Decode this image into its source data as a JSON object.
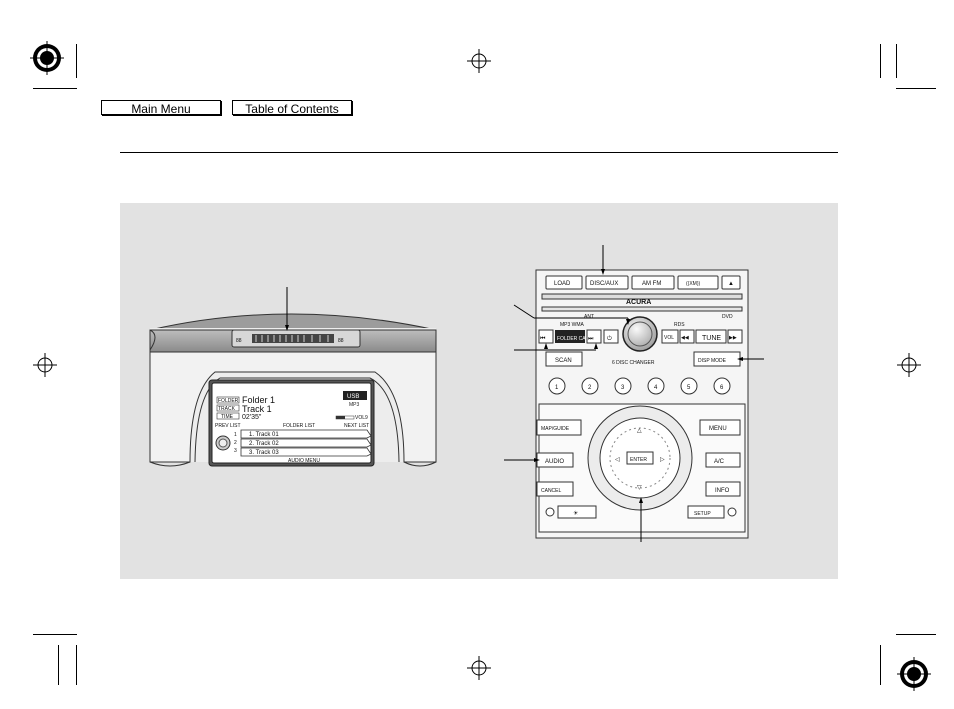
{
  "nav": {
    "main_menu": "Main Menu",
    "table_of_contents": "Table of Contents"
  },
  "upper_display": {
    "band_left": "88",
    "band_right": "88"
  },
  "navi_screen": {
    "folder_tag": "FOLDER",
    "folder_value": "Folder 1",
    "track_tag": "TRACK",
    "track_value": "Track 1",
    "time_tag": "TIME",
    "time_value": "02'35\"",
    "source_badge": "USB",
    "source_sub": "MP3",
    "vol_label": "VOL",
    "vol_value": "9",
    "left_soft": "PREV LIST",
    "folder_list": "FOLDER LIST",
    "right_soft": "NEXT LIST",
    "list_numbers": [
      "1",
      "2",
      "3"
    ],
    "tracks": [
      "1. Track 01",
      "2. Track 02",
      "3. Track 03"
    ],
    "audio_menu": "AUDIO MENU"
  },
  "panel_buttons": {
    "load": "LOAD",
    "disc_aux": "DISC/AUX",
    "am_fm": "AM FM",
    "xm": "((XM))",
    "eject": "▲",
    "brand": "ACURA",
    "mp3_wma": "MP3 WMA",
    "sat": "ANT",
    "rds": "RDS",
    "dvd": "DVD",
    "skip_back": "⏮",
    "skip_fwd": "⏭",
    "folder_category": "FOLDER CATEGORY",
    "power": "⏻",
    "vol": "VOL",
    "tune_down": "◀◀",
    "tune": "TUNE",
    "tune_up": "▶▶",
    "scan": "SCAN",
    "changer": "6 DISC CHANGER",
    "disp_mode": "DISP MODE",
    "presets": [
      "1",
      "2",
      "3",
      "4",
      "5",
      "6"
    ],
    "map_guide": "MAP/GUIDE",
    "menu": "MENU",
    "audio": "AUDIO",
    "ac": "A/C",
    "enter": "ENTER",
    "cancel": "CANCEL",
    "info": "INFO",
    "brightness": "☀",
    "setup": "SETUP"
  }
}
